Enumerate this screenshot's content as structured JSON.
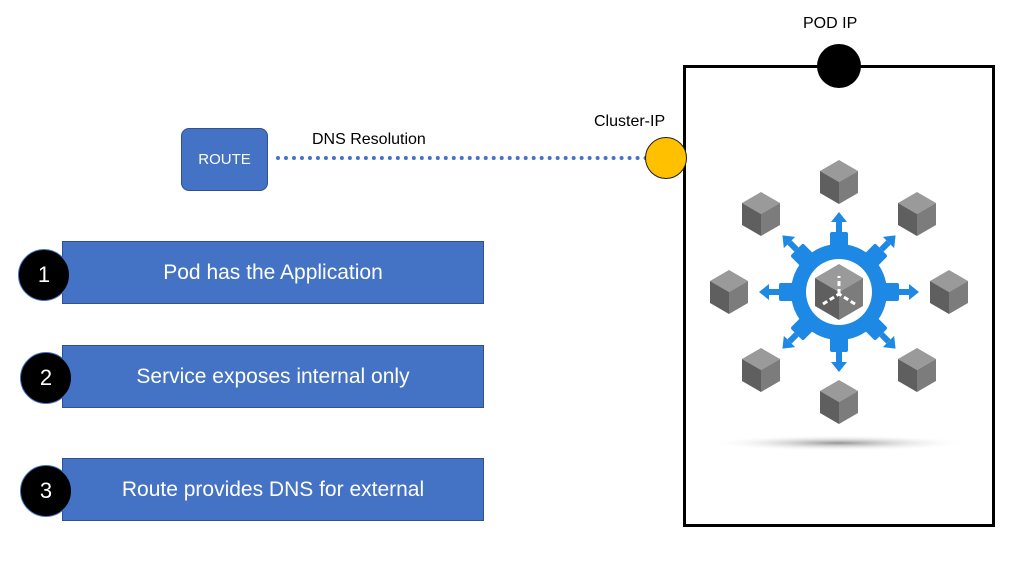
{
  "route": {
    "label": "ROUTE"
  },
  "connection": {
    "label": "DNS Resolution"
  },
  "pod": {
    "pod_ip_label": "POD IP",
    "cluster_ip_label": "Cluster-IP"
  },
  "steps": [
    {
      "number": "1",
      "text": "Pod has the Application"
    },
    {
      "number": "2",
      "text": "Service exposes internal only"
    },
    {
      "number": "3",
      "text": "Route provides DNS for external"
    }
  ],
  "colors": {
    "accent_blue": "#4472c4",
    "cluster_ip": "#ffc000",
    "gear_blue": "#1e88e5",
    "cube_gray": "#6e6e6e"
  },
  "icons": {
    "application_graphic": "gear-with-cubes-icon"
  }
}
